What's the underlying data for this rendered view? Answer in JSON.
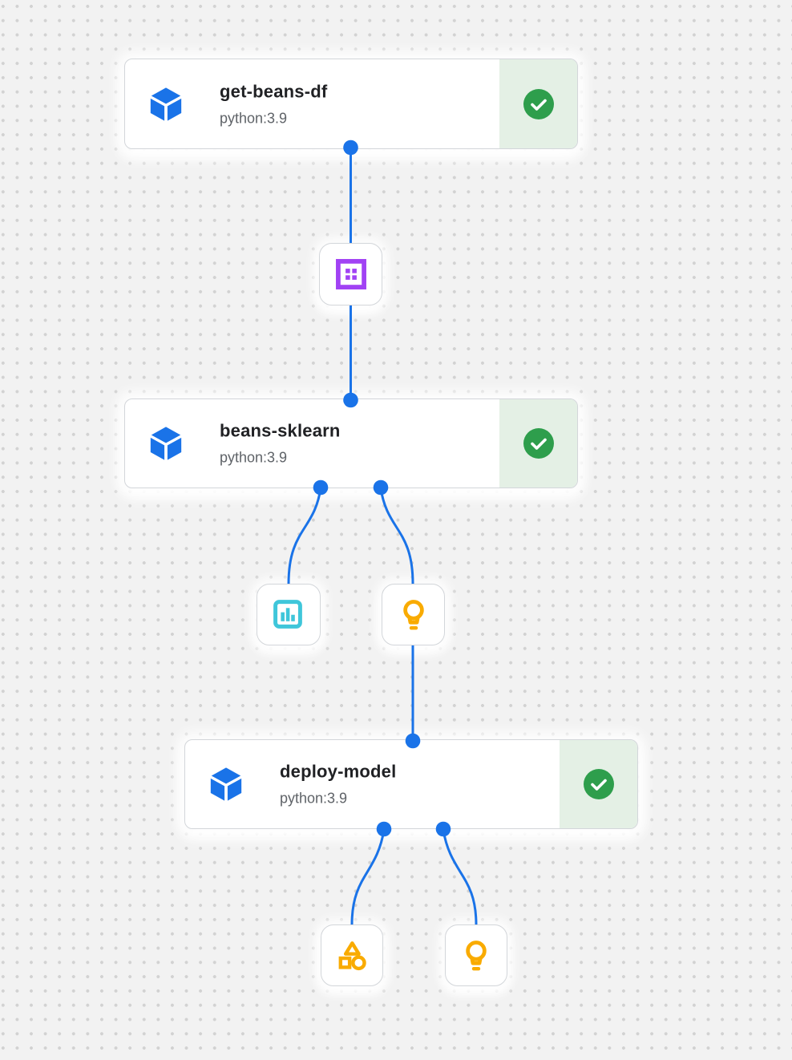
{
  "app": "pipeline-run-graph",
  "graph": {
    "tasks": [
      {
        "id": "task-get-beans-df",
        "title": "get-beans-df",
        "subtitle": "python:3.9",
        "status": "succeeded",
        "icon": "container-cube-icon",
        "status_icon": "check-circle-icon"
      },
      {
        "id": "task-beans-sklearn",
        "title": "beans-sklearn",
        "subtitle": "python:3.9",
        "status": "succeeded",
        "icon": "container-cube-icon",
        "status_icon": "check-circle-icon"
      },
      {
        "id": "task-deploy-model",
        "title": "deploy-model",
        "subtitle": "python:3.9",
        "status": "succeeded",
        "icon": "container-cube-icon",
        "status_icon": "check-circle-icon"
      }
    ],
    "artifacts": [
      {
        "id": "artifact-dataset",
        "type": "dataset",
        "icon": "dataset-icon",
        "color": "#a142f4"
      },
      {
        "id": "artifact-metrics",
        "type": "metrics",
        "icon": "metrics-icon",
        "color": "#3fc6da"
      },
      {
        "id": "artifact-model-1",
        "type": "model",
        "icon": "model-lightbulb-icon",
        "color": "#f9ab00"
      },
      {
        "id": "artifact-generic",
        "type": "artifact",
        "icon": "generic-artifact-icon",
        "color": "#f9ab00"
      },
      {
        "id": "artifact-model-2",
        "type": "model",
        "icon": "model-lightbulb-icon",
        "color": "#f9ab00"
      }
    ],
    "edges": [
      {
        "from": "task-get-beans-df",
        "to": "artifact-dataset"
      },
      {
        "from": "artifact-dataset",
        "to": "task-beans-sklearn"
      },
      {
        "from": "task-beans-sklearn",
        "to": "artifact-metrics"
      },
      {
        "from": "task-beans-sklearn",
        "to": "artifact-model-1"
      },
      {
        "from": "artifact-model-1",
        "to": "task-deploy-model"
      },
      {
        "from": "task-deploy-model",
        "to": "artifact-generic"
      },
      {
        "from": "task-deploy-model",
        "to": "artifact-model-2"
      }
    ]
  },
  "colors": {
    "edge_blue": "#1a73e8",
    "task_icon_blue": "#1a73e8",
    "success_green": "#2e9e4c",
    "success_strip_bg": "#e4f0e5",
    "dataset_purple": "#a142f4",
    "metrics_cyan": "#3fc6da",
    "model_amber": "#f9ab00",
    "canvas_bg": "#f2f2f2",
    "canvas_dot": "#d2d2d2",
    "title_text": "#202124",
    "subtitle_text": "#5f6368",
    "card_border": "#d3d6da"
  }
}
